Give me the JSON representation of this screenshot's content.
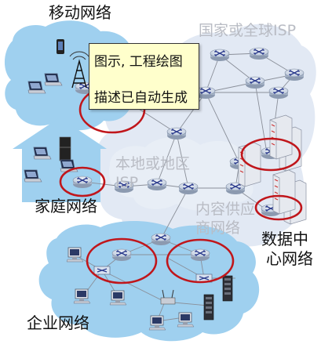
{
  "labels": {
    "mobile_network": "移动网络",
    "home_network": "家庭网络",
    "enterprise_network": "企业网络",
    "national_isp": "国家或全球ISP",
    "regional_isp_line1": "本地或地区",
    "regional_isp_line2": "ISP",
    "content_provider_line1": "内容供应",
    "content_provider_line2": "商网络",
    "datacenter_line1": "数据中",
    "datacenter_line2": "心网络"
  },
  "tooltip": {
    "line1": "图示, 工程绘图",
    "line2": "描述已自动生成"
  },
  "colors": {
    "cloud_light": "#dfe7f3",
    "cloud_blue": "#9fd0ef",
    "highlight_circle": "#c0161b",
    "router_body": "#c9d5e6",
    "tooltip_bg": "#ffffcc"
  },
  "icons": [
    "router-icon",
    "switch-icon",
    "laptop-icon",
    "desktop-icon",
    "phone-icon",
    "cell-tower-icon",
    "server-rack-icon",
    "wireless-access-point-icon",
    "house-icon",
    "refrigerator-icon"
  ]
}
